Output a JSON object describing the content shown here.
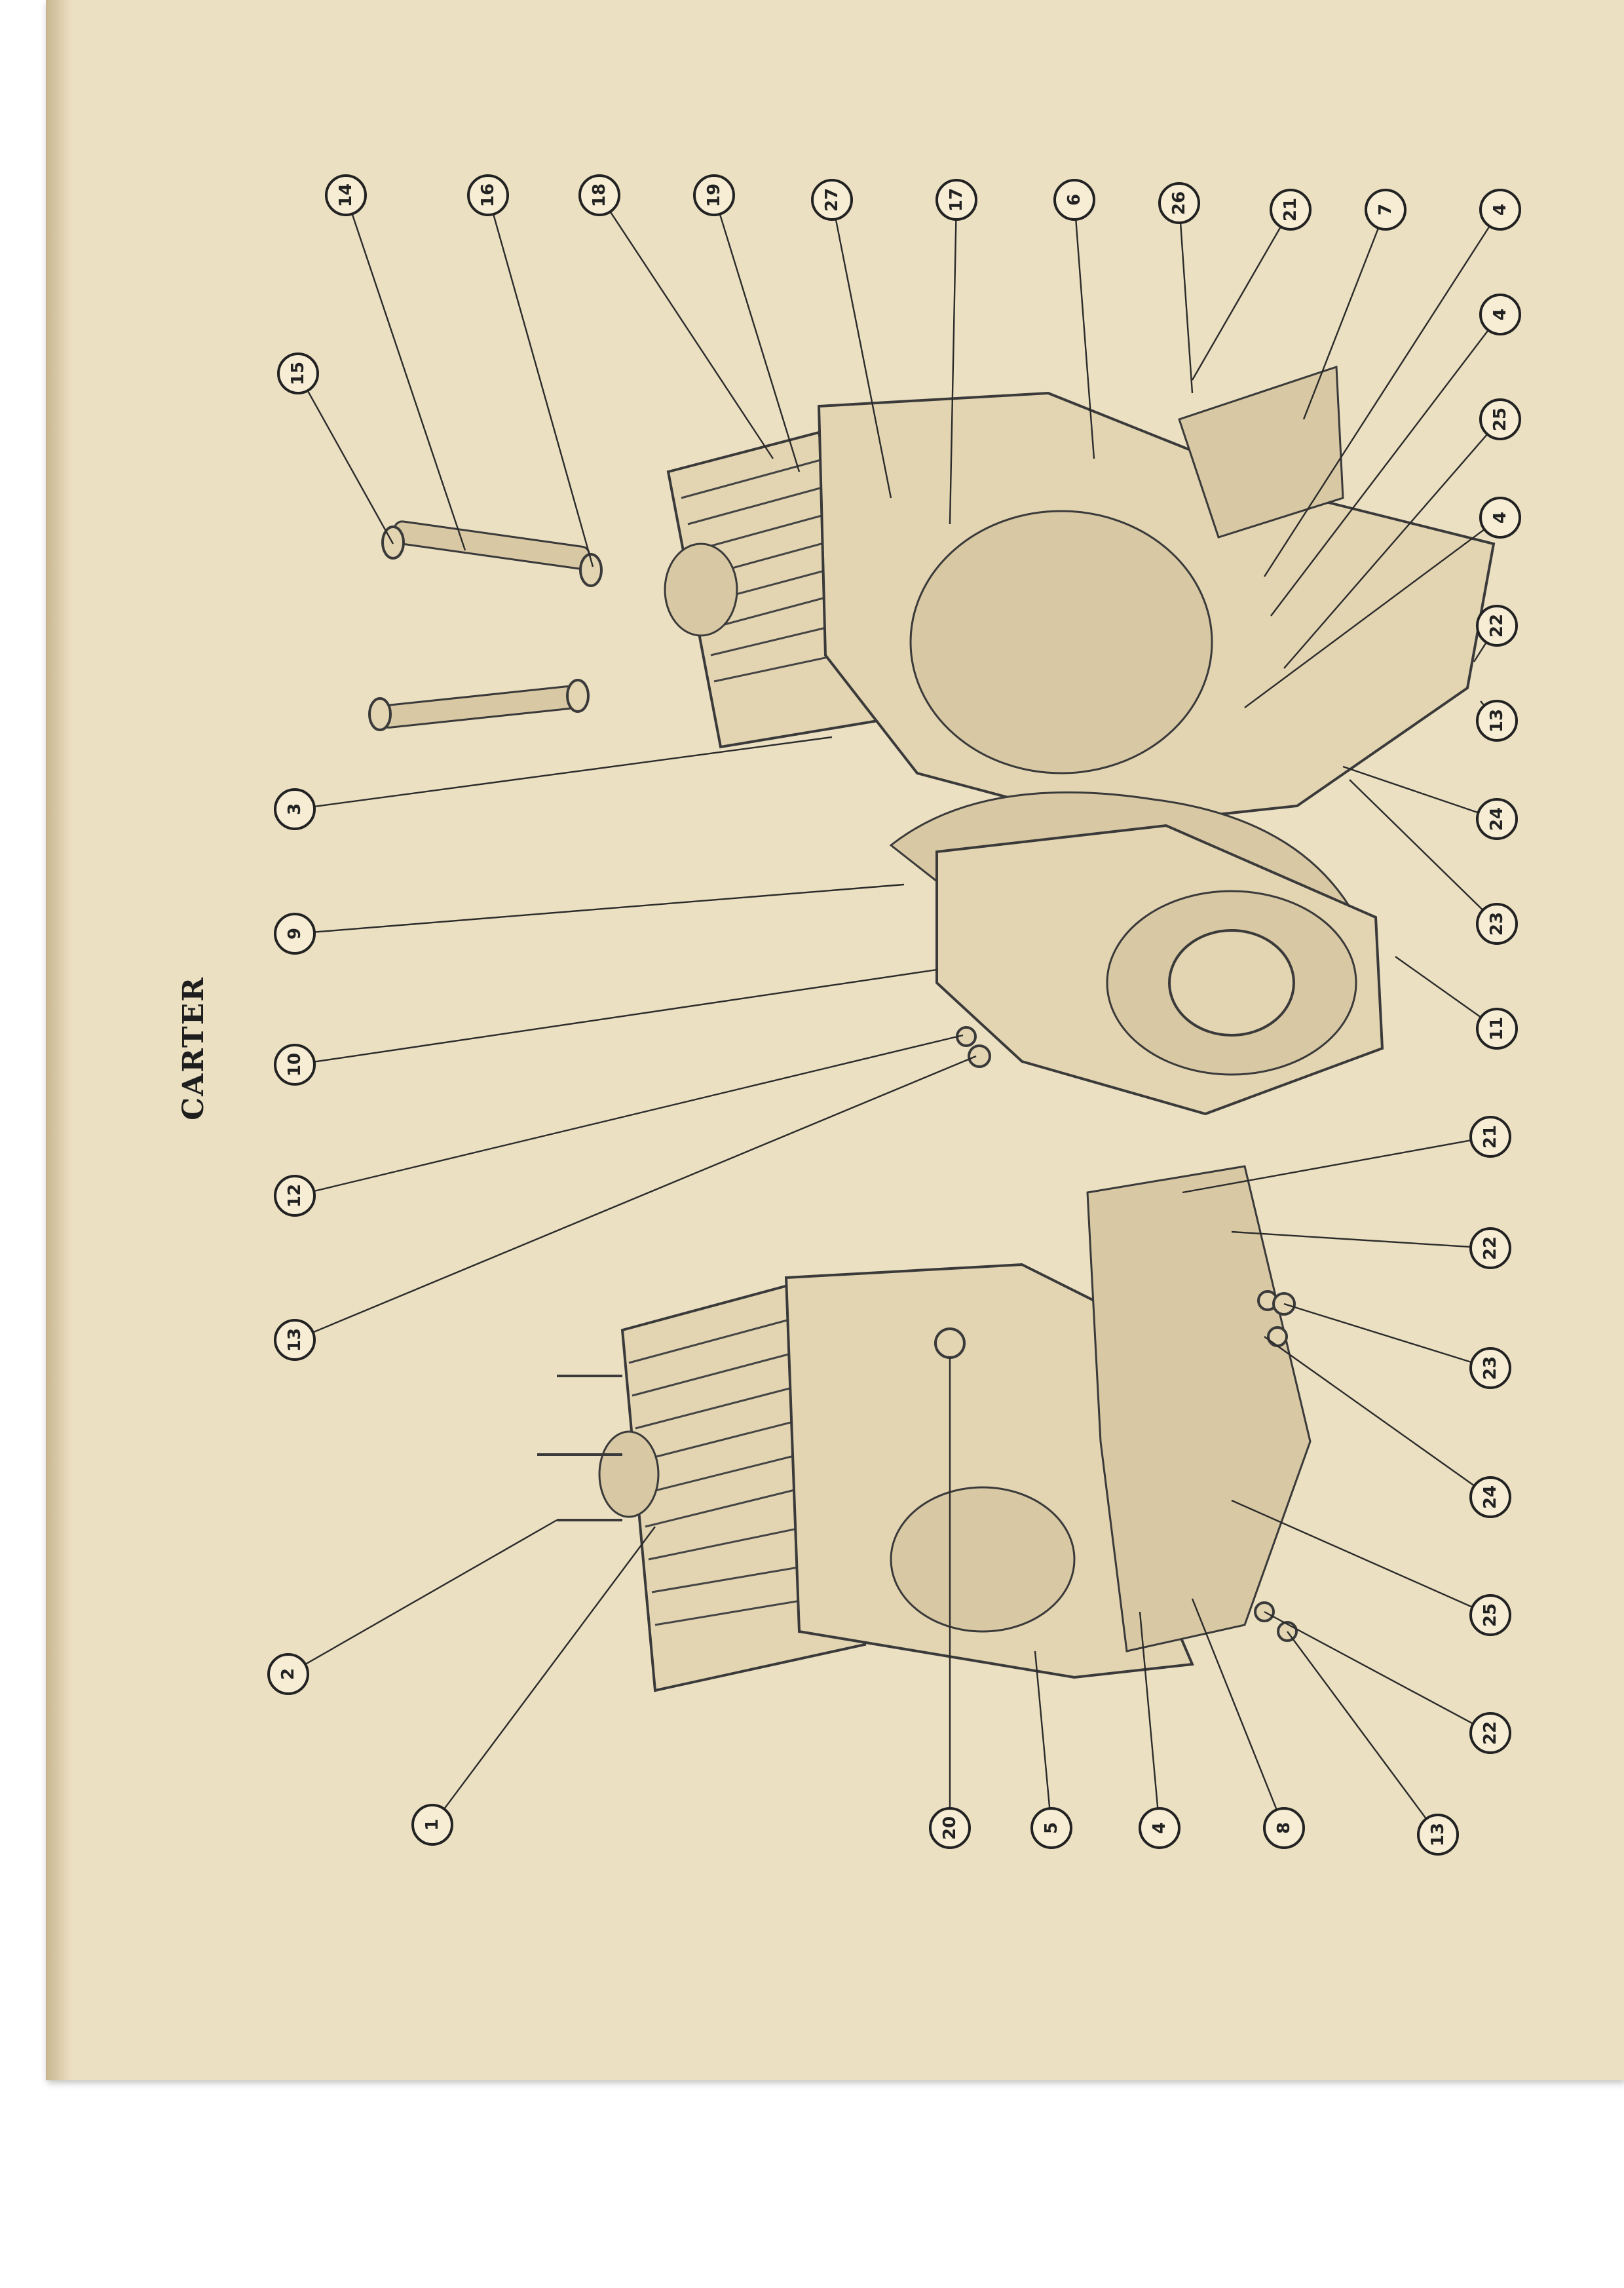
{
  "title": "CARTER",
  "colors": {
    "paper": "#ece0c2",
    "ink": "#222222",
    "background": "#ffffff"
  },
  "callouts": [
    {
      "label": "14"
    },
    {
      "label": "16"
    },
    {
      "label": "18"
    },
    {
      "label": "19"
    },
    {
      "label": "27"
    },
    {
      "label": "17"
    },
    {
      "label": "6"
    },
    {
      "label": "26"
    },
    {
      "label": "21"
    },
    {
      "label": "7"
    },
    {
      "label": "4"
    },
    {
      "label": "15"
    },
    {
      "label": "4"
    },
    {
      "label": "25"
    },
    {
      "label": "4"
    },
    {
      "label": "22"
    },
    {
      "label": "13"
    },
    {
      "label": "24"
    },
    {
      "label": "23"
    },
    {
      "label": "11"
    },
    {
      "label": "3"
    },
    {
      "label": "9"
    },
    {
      "label": "10"
    },
    {
      "label": "12"
    },
    {
      "label": "13"
    },
    {
      "label": "21"
    },
    {
      "label": "22"
    },
    {
      "label": "23"
    },
    {
      "label": "24"
    },
    {
      "label": "25"
    },
    {
      "label": "22"
    },
    {
      "label": "13"
    },
    {
      "label": "2"
    },
    {
      "label": "1"
    },
    {
      "label": "20"
    },
    {
      "label": "5"
    },
    {
      "label": "4"
    },
    {
      "label": "8"
    }
  ]
}
